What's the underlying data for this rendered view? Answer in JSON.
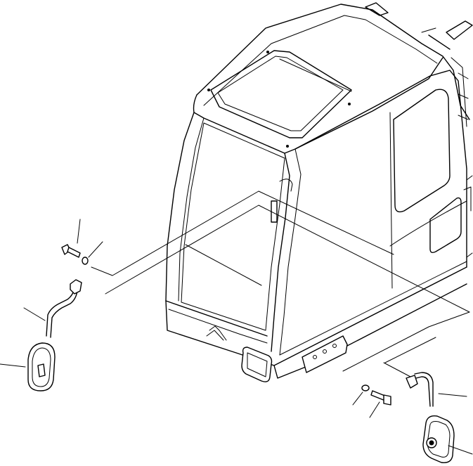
{
  "diagram": {
    "type": "exploded-parts-view",
    "parts": [
      {
        "id": "bolt-left",
        "icon": "bolt-icon"
      },
      {
        "id": "washer-left",
        "icon": "washer-icon"
      },
      {
        "id": "mirror-stay-left",
        "icon": "mirror-stay-icon"
      },
      {
        "id": "mirror-left",
        "icon": "mirror-icon"
      },
      {
        "id": "washer-right",
        "icon": "washer-icon"
      },
      {
        "id": "bolt-right",
        "icon": "bolt-icon"
      },
      {
        "id": "mirror-stay-right",
        "icon": "mirror-stay-icon"
      },
      {
        "id": "mirror-right",
        "icon": "mirror-icon"
      }
    ],
    "colors": {
      "line": "#000000",
      "background": "#ffffff"
    }
  }
}
